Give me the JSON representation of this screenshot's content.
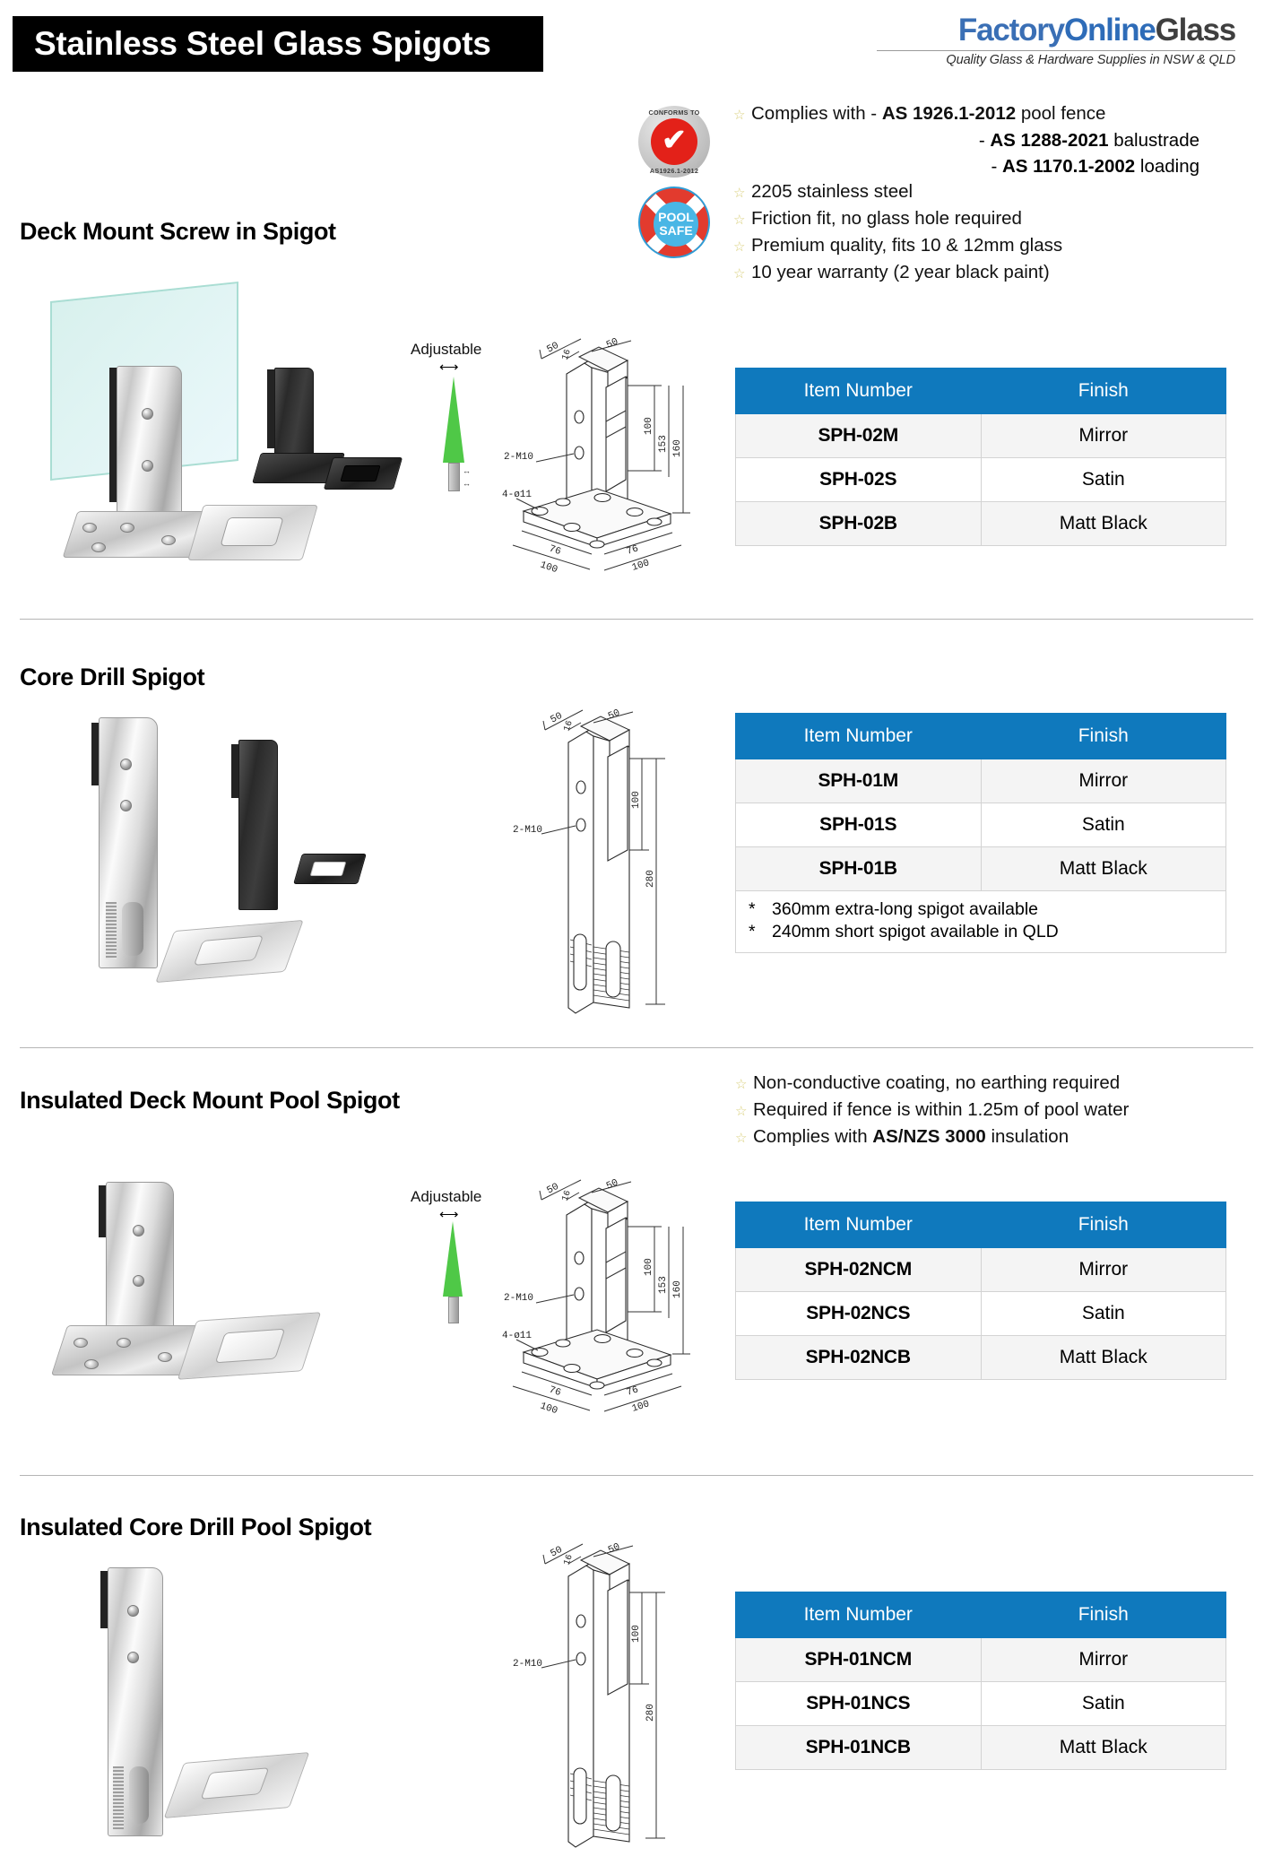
{
  "header": {
    "title": "Stainless Steel Glass Spigots",
    "brand": {
      "word1": "Factory",
      "word2": "Online",
      "word3": "Glass",
      "tagline": "Quality Glass & Hardware Supplies in NSW & QLD"
    }
  },
  "badges": {
    "conforms": {
      "top": "CONFORMS TO",
      "bottom": "AS1926.1-2012",
      "tick": "✔"
    },
    "poolsafe": {
      "line1": "POOL",
      "line2": "SAFE"
    }
  },
  "compliance": {
    "bullets": [
      {
        "text": "Complies with - ",
        "bold": "AS 1926.1-2012",
        "tail": " pool fence"
      },
      {
        "text": "2205 stainless steel"
      },
      {
        "text": "Friction fit, no glass hole required"
      },
      {
        "text": "Premium quality, fits 10 & 12mm glass"
      },
      {
        "text": "10 year warranty (2 year black paint)"
      }
    ],
    "sub_lines": [
      {
        "dash": "- ",
        "bold": "AS 1288-2021",
        "tail": " balustrade"
      },
      {
        "dash": "- ",
        "bold": "AS 1170.1-2002",
        "tail": " loading"
      }
    ]
  },
  "table_headers": {
    "item": "Item Number",
    "finish": "Finish"
  },
  "sections": [
    {
      "title": "Deck Mount Screw in Spigot",
      "adjustable_label": "Adjustable",
      "rows": [
        {
          "code": "SPH-02M",
          "finish": "Mirror"
        },
        {
          "code": "SPH-02S",
          "finish": "Satin"
        },
        {
          "code": "SPH-02B",
          "finish": "Matt Black"
        }
      ],
      "notes": [],
      "drawing_dims": {
        "d_top_left": "50",
        "d_top_mid": "16",
        "d_top_right": "50",
        "d_100": "100",
        "d_153": "153",
        "d_160": "160",
        "thread": "2-M10",
        "holes": "4-ø11",
        "b_left_in": "76",
        "b_left_out": "100",
        "b_right_in": "76",
        "b_right_out": "100"
      }
    },
    {
      "title": "Core Drill Spigot",
      "rows": [
        {
          "code": "SPH-01M",
          "finish": "Mirror"
        },
        {
          "code": "SPH-01S",
          "finish": "Satin"
        },
        {
          "code": "SPH-01B",
          "finish": "Matt Black"
        }
      ],
      "notes": [
        {
          "marker": "*",
          "text": "360mm extra-long spigot available"
        },
        {
          "marker": "*",
          "text": "240mm short spigot available in QLD"
        }
      ],
      "drawing_dims": {
        "d_top_left": "50",
        "d_top_mid": "16",
        "d_top_right": "50",
        "d_100": "100",
        "d_280": "280",
        "thread": "2-M10"
      }
    },
    {
      "title": "Insulated Deck Mount Pool Spigot",
      "adjustable_label": "Adjustable",
      "bullets": [
        {
          "text": "Non-conductive coating, no earthing required"
        },
        {
          "text": "Required if fence is within 1.25m of pool water"
        },
        {
          "text": "Complies with ",
          "bold": "AS/NZS 3000",
          "tail": " insulation"
        }
      ],
      "rows": [
        {
          "code": "SPH-02NCM",
          "finish": "Mirror"
        },
        {
          "code": "SPH-02NCS",
          "finish": "Satin"
        },
        {
          "code": "SPH-02NCB",
          "finish": "Matt Black"
        }
      ],
      "notes": [],
      "drawing_dims": {
        "d_top_left": "50",
        "d_top_mid": "16",
        "d_top_right": "50",
        "d_100": "100",
        "d_153": "153",
        "d_160": "160",
        "thread": "2-M10",
        "holes": "4-ø11",
        "b_left_in": "76",
        "b_left_out": "100",
        "b_right_in": "76",
        "b_right_out": "100"
      }
    },
    {
      "title": "Insulated Core Drill Pool Spigot",
      "rows": [
        {
          "code": "SPH-01NCM",
          "finish": "Mirror"
        },
        {
          "code": "SPH-01NCS",
          "finish": "Satin"
        },
        {
          "code": "SPH-01NCB",
          "finish": "Matt Black"
        }
      ],
      "notes": [],
      "drawing_dims": {
        "d_top_left": "50",
        "d_top_mid": "16",
        "d_top_right": "50",
        "d_100": "100",
        "d_280": "280",
        "thread": "2-M10"
      }
    }
  ],
  "colors": {
    "accent_blue": "#0f79bd",
    "title_bar": "#000000",
    "brand_blue": "#2e6cb8",
    "brand_grey": "#3f3f3f"
  }
}
